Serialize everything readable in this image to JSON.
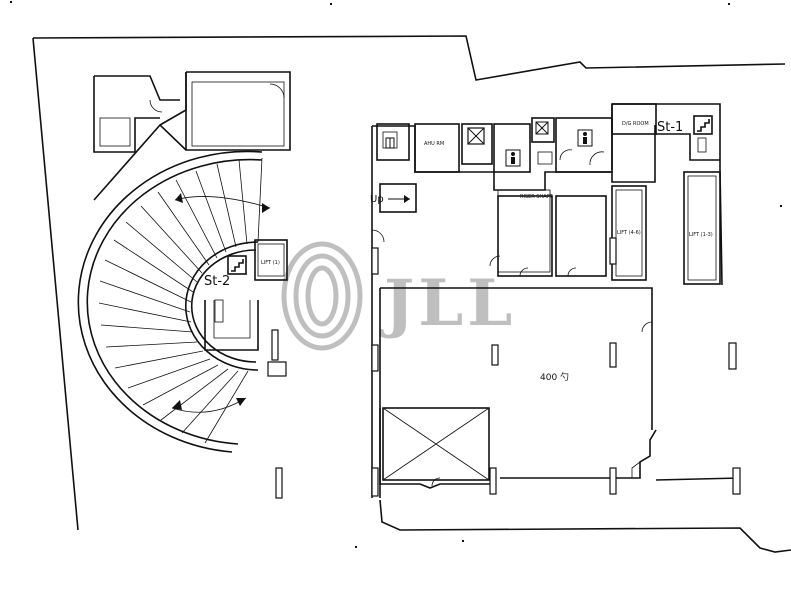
{
  "watermark": {
    "logo_text": "JLL",
    "color": "#8c8c8c"
  },
  "labels": {
    "stair_left": "St-2",
    "stair_right": "St-1",
    "up": "Up",
    "area": "400 勺",
    "lift_left": "LIFT (1)",
    "lift_a": "LIFT (4-6)",
    "lift_b": "LIFT (1-3)",
    "dg_room": "D/G ROOM",
    "small_room": "AHU RM",
    "corridor_note": "RISER SHAFT"
  },
  "icons": [
    "stair-icon",
    "stair-icon",
    "wc-icon",
    "wc-icon",
    "lift-icon",
    "shaft-icon"
  ]
}
